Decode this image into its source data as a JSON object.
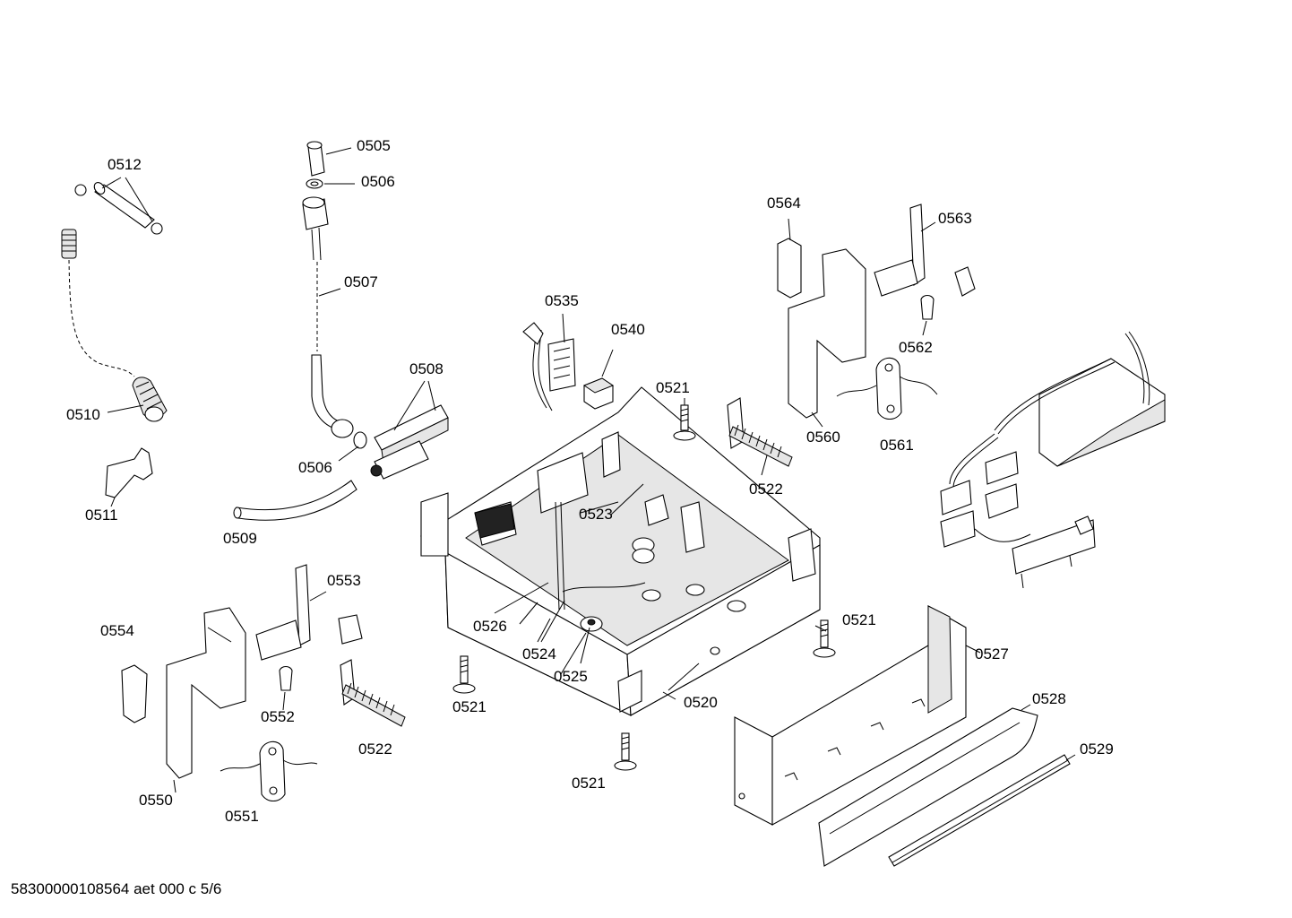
{
  "labels": {
    "p0505": "0505",
    "p0506a": "0506",
    "p0506b": "0506",
    "p0507": "0507",
    "p0508": "0508",
    "p0509": "0509",
    "p0510": "0510",
    "p0511": "0511",
    "p0512": "0512",
    "p0520": "0520",
    "p0521a": "0521",
    "p0521b": "0521",
    "p0521c": "0521",
    "p0521d": "0521",
    "p0522a": "0522",
    "p0522b": "0522",
    "p0523": "0523",
    "p0524": "0524",
    "p0525": "0525",
    "p0526": "0526",
    "p0527": "0527",
    "p0528": "0528",
    "p0529": "0529",
    "p0535": "0535",
    "p0540": "0540",
    "p0550": "0550",
    "p0551": "0551",
    "p0552": "0552",
    "p0553": "0553",
    "p0554": "0554",
    "p0560": "0560",
    "p0561": "0561",
    "p0562": "0562",
    "p0563": "0563",
    "p0564": "0564"
  },
  "footer": "58300000108564 aet 000 c 5/6"
}
